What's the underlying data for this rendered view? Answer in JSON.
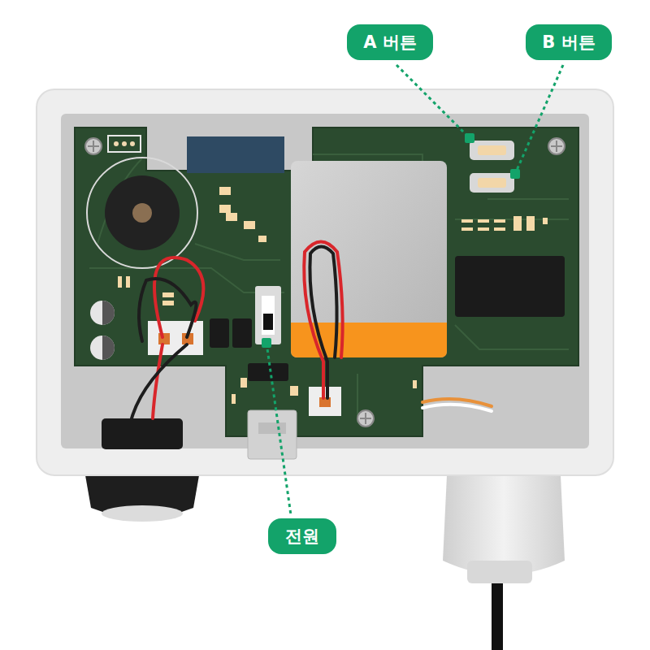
{
  "diagram": {
    "nodes": [
      {
        "text": [
          "A 버튼"
        ]
      },
      {
        "text": [
          "B 버튼"
        ]
      },
      {
        "text": [
          "전원"
        ]
      }
    ]
  }
}
